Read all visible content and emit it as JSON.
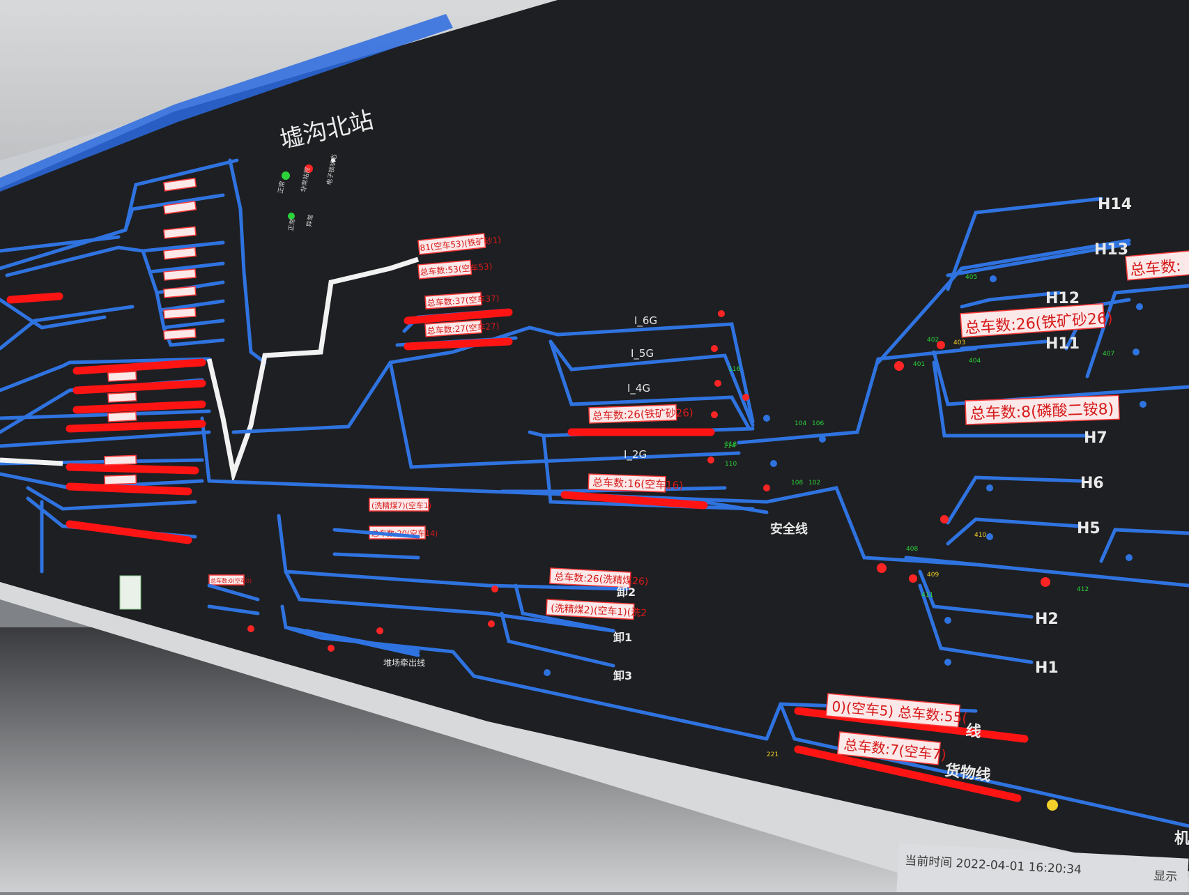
{
  "station": {
    "title": "墟沟北站",
    "legend": [
      {
        "label": "正常",
        "color": "#2bd23a"
      },
      {
        "label": "非常站控",
        "color": "#ff2525"
      },
      {
        "label": "电子锁状态",
        "color": "#f2f2f2"
      },
      {
        "label": "正常",
        "color": "#2bd23a"
      },
      {
        "label": "异常",
        "color": "#ff2525"
      }
    ]
  },
  "tracks": {
    "i6g": "I_6G",
    "i5g": "I_5G",
    "i4g": "I_4G",
    "i2g": "I_2G"
  },
  "ends": {
    "h14": "H14",
    "h13": "H13",
    "h12": "H12",
    "h11": "H11",
    "h7": "H7",
    "h6": "H6",
    "h5": "H5",
    "h2": "H2",
    "h1": "H1",
    "xie2": "卸2",
    "xie1": "卸1",
    "xie3": "卸3",
    "safety": "安全线",
    "ji": "机"
  },
  "labels": {
    "top1": "81(空车53)(铁矿砂1)",
    "top2": "总车数:53(空车53)",
    "top3": "总车数:37(空车37)",
    "top4": "总车数:27(空车27)",
    "mid_iron": "总车数:26(铁矿砂26)",
    "mid_empty16": "总车数:16(空车16)",
    "coal1": "(洗精煤7)(空车1)",
    "coal2": "总车数:20(空车14)",
    "coal3": "总车数:26(洗精煤26)",
    "coal4": "(洗精煤2)(空车1)(洗2",
    "left_small": "总车数:0(空车0)",
    "right_iron": "总车数:26(铁矿砂26)",
    "right_phos": "总车数:8(磷酸二铵8)",
    "right_top": "总车数:",
    "bot1": "0)(空车5) 总车数:55(",
    "bot1_suffix": "线",
    "bot2": "总车数:7(空车7)",
    "bot2_suffix": "货物线",
    "exit_line": "堆场牵出线"
  },
  "footer": {
    "time": "当前时间 2022-04-01 16:20:34",
    "extra": "显示"
  },
  "switches": {
    "s401": "401",
    "s402": "402",
    "s403": "403",
    "s404": "404",
    "s405": "405",
    "s407": "407",
    "s408": "408",
    "s409": "409",
    "s410": "410",
    "s411": "411",
    "s412": "412",
    "s104": "104",
    "s106": "106",
    "s108": "108",
    "s102": "102",
    "s110": "110",
    "s114": "114",
    "s116": "116",
    "s118": "118",
    "s221": "221"
  }
}
